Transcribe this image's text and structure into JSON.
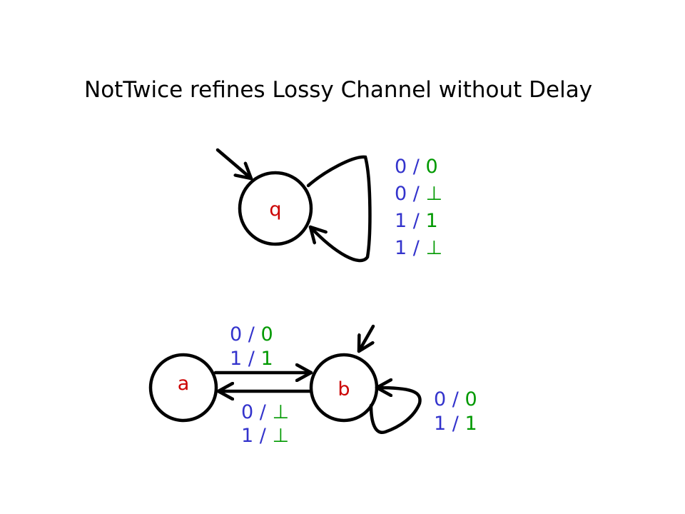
{
  "title": "NotTwice refines Lossy Channel without Delay",
  "colors": {
    "input": "#3333cc",
    "output": "#009900",
    "state_label": "#cc0000",
    "stroke": "#000000"
  },
  "top_automaton": {
    "state": "q",
    "self_loop_labels": [
      {
        "in": "0",
        "sep": " / ",
        "out": "0"
      },
      {
        "in": "0",
        "sep": " / ",
        "out": "⊥"
      },
      {
        "in": "1",
        "sep": " / ",
        "out": "1"
      },
      {
        "in": "1",
        "sep": " / ",
        "out": "⊥"
      }
    ]
  },
  "bottom_automaton": {
    "states": [
      "a",
      "b"
    ],
    "a_to_b_labels": [
      {
        "in": "0",
        "sep": " / ",
        "out": "0"
      },
      {
        "in": "1",
        "sep": " / ",
        "out": "1"
      }
    ],
    "b_to_a_labels": [
      {
        "in": "0",
        "sep": " / ",
        "out": "⊥"
      },
      {
        "in": "1",
        "sep": " / ",
        "out": "⊥"
      }
    ],
    "b_self_loop_labels": [
      {
        "in": "0",
        "sep": " / ",
        "out": "0"
      },
      {
        "in": "1",
        "sep": " / ",
        "out": "1"
      }
    ]
  }
}
